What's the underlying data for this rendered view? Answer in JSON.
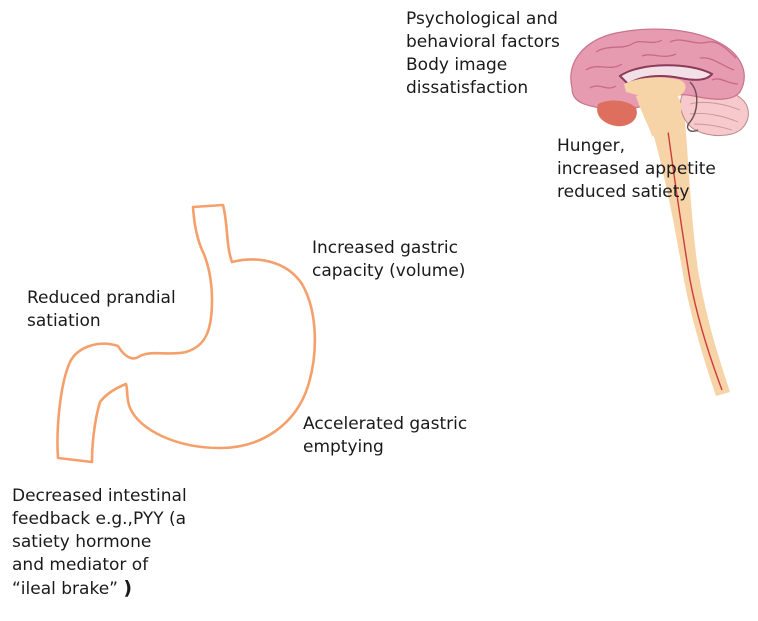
{
  "colors": {
    "stomach_outline": "#f5a06b",
    "brain_cortex": "#e79bb0",
    "brain_gyri": "#c86a86",
    "brain_stem": "#f7d3a8",
    "cerebellum": "#f7c9cc",
    "hypothalamus": "#de6f5e",
    "corpus_callosum": "#8b3a5a",
    "spinal_line": "#cc3a3a"
  },
  "illustrations": {
    "brain": "brain-sagittal-illustration",
    "stomach": "stomach-outline-illustration"
  },
  "labels": {
    "psychological": {
      "lines": [
        "Psychological and",
        "behavioral factors",
        "Body image",
        "dissatisfaction"
      ]
    },
    "hunger": {
      "lines": [
        "Hunger,",
        "increased appetite",
        "reduced satiety"
      ]
    },
    "gastric_capacity": {
      "lines": [
        "Increased gastric",
        "capacity (volume)"
      ]
    },
    "prandial_satiation": {
      "lines": [
        "Reduced prandial",
        "satiation"
      ]
    },
    "gastric_emptying": {
      "lines": [
        "Accelerated gastric",
        "emptying"
      ]
    },
    "intestinal_feedback": {
      "lines": [
        "Decreased intestinal",
        "feedback e.g.,PYY (a",
        "satiety hormone",
        "and mediator of",
        "“ileal brake”"
      ],
      "closing": ")"
    }
  }
}
